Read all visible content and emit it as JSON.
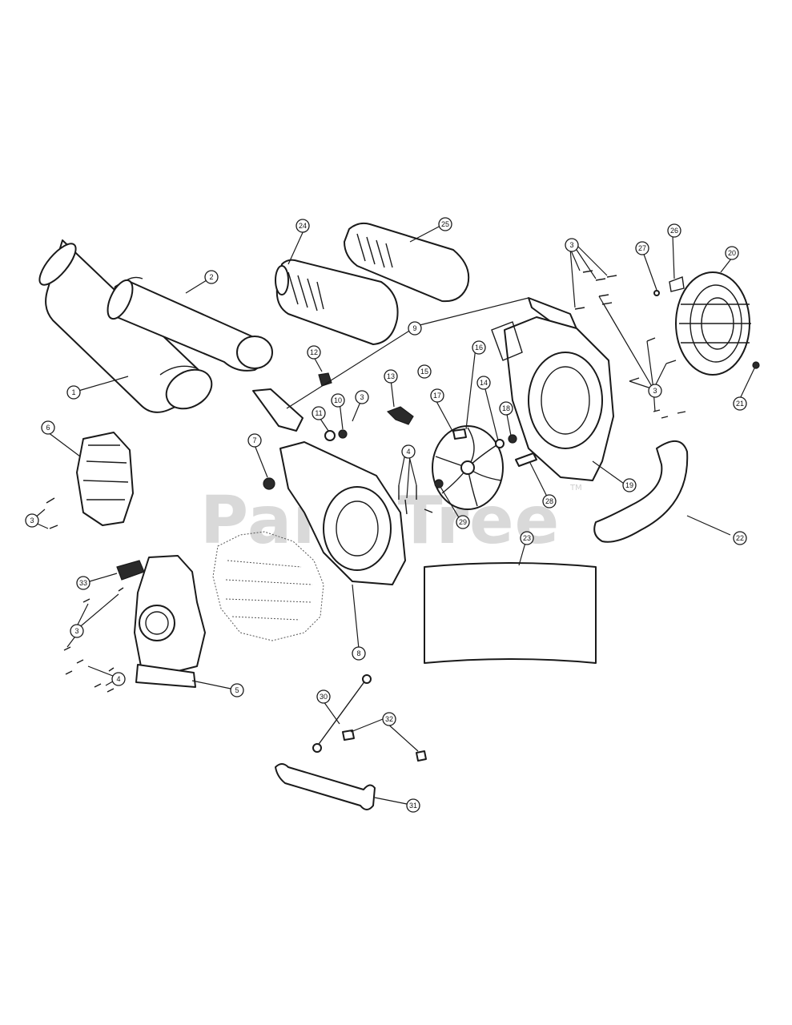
{
  "watermark": {
    "text": "PartsTree",
    "trademark": "TM"
  },
  "callouts": [
    "1",
    "2",
    "3",
    "4",
    "5",
    "6",
    "7",
    "8",
    "9",
    "10",
    "11",
    "12",
    "13",
    "14",
    "15",
    "16",
    "17",
    "18",
    "19",
    "20",
    "21",
    "22",
    "23",
    "24",
    "25",
    "26",
    "27",
    "28",
    "29",
    "30",
    "31",
    "32",
    "33"
  ]
}
